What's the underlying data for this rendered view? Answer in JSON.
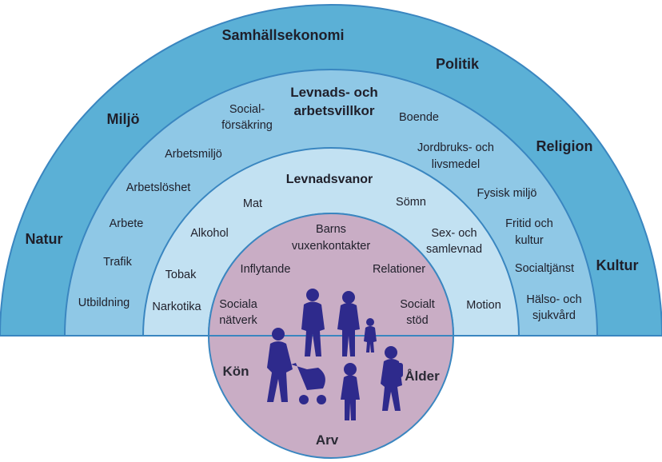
{
  "colors": {
    "outer_ring": "#5bb0d6",
    "second_ring": "#8fc8e6",
    "third_ring": "#c2e1f2",
    "inner_ring": "#e9f4fb",
    "core": "#c9adc5",
    "stroke": "#3a86c0",
    "figures": "#2e2a8c"
  },
  "layers": {
    "society": {
      "items": [
        "Samhällsekonomi",
        "Politik",
        "Miljö",
        "Religion",
        "Natur",
        "Kultur"
      ]
    },
    "living_working": {
      "title_line1": "Levnads- och",
      "title_line2": "arbetsvillkor",
      "items": {
        "social_line1": "Social-",
        "social_line2": "försäkring",
        "boende": "Boende",
        "arbetsmiljo": "Arbetsmiljö",
        "jordbruk_line1": "Jordbruks- och",
        "jordbruk_line2": "livsmedel",
        "arbetsloshet": "Arbetslöshet",
        "fysisk_miljo": "Fysisk miljö",
        "arbete": "Arbete",
        "fritid_line1": "Fritid och",
        "fritid_line2": "kultur",
        "trafik": "Trafik",
        "socialtjanst": "Socialtjänst",
        "utbildning": "Utbildning",
        "halso_line1": "Hälso- och",
        "halso_line2": "sjukvård"
      }
    },
    "lifestyle": {
      "title": "Levnadsvanor",
      "items": {
        "mat": "Mat",
        "somn": "Sömn",
        "alkohol": "Alkohol",
        "sex_line1": "Sex- och",
        "sex_line2": "samlevnad",
        "tobak": "Tobak",
        "narkotika": "Narkotika",
        "motion": "Motion"
      }
    },
    "social": {
      "items": {
        "barns_line1": "Barns",
        "barns_line2": "vuxenkontakter",
        "inflytande": "Inflytande",
        "relationer": "Relationer",
        "natverk_line1": "Sociala",
        "natverk_line2": "nätverk",
        "stod_line1": "Socialt",
        "stod_line2": "stöd"
      }
    },
    "individual": {
      "items": {
        "kon": "Kön",
        "alder": "Ålder",
        "arv": "Arv"
      }
    }
  }
}
